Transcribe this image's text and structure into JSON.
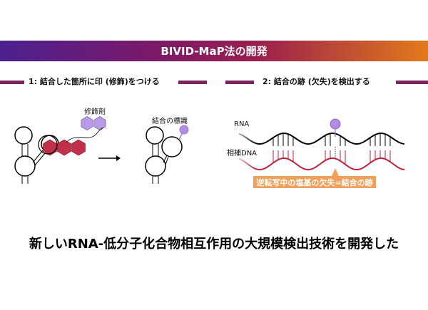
{
  "banner": {
    "title": "BIVID-MaP法の開発"
  },
  "steps": [
    {
      "label": "1: 結合した箇所に印 (修飾)をつける"
    },
    {
      "label": "2: 結合の跡 (欠失)を検出する"
    }
  ],
  "step1": {
    "modifier_label": "修飾剤",
    "tag_label": "結合の標識"
  },
  "step2": {
    "rna_label": "RNA",
    "dna_label": "相補DNA",
    "callout": "逆転写中の塩基の欠失=結合の跡"
  },
  "headline": "新しいRNA-低分子化合物相互作用の大規模検出技術を開発した",
  "colors": {
    "accent": "#7a2560",
    "hex_red": "#c0304a",
    "hex_purple": "#b89ae8",
    "dna": "#c0203a",
    "callout": "#f0a05a"
  }
}
